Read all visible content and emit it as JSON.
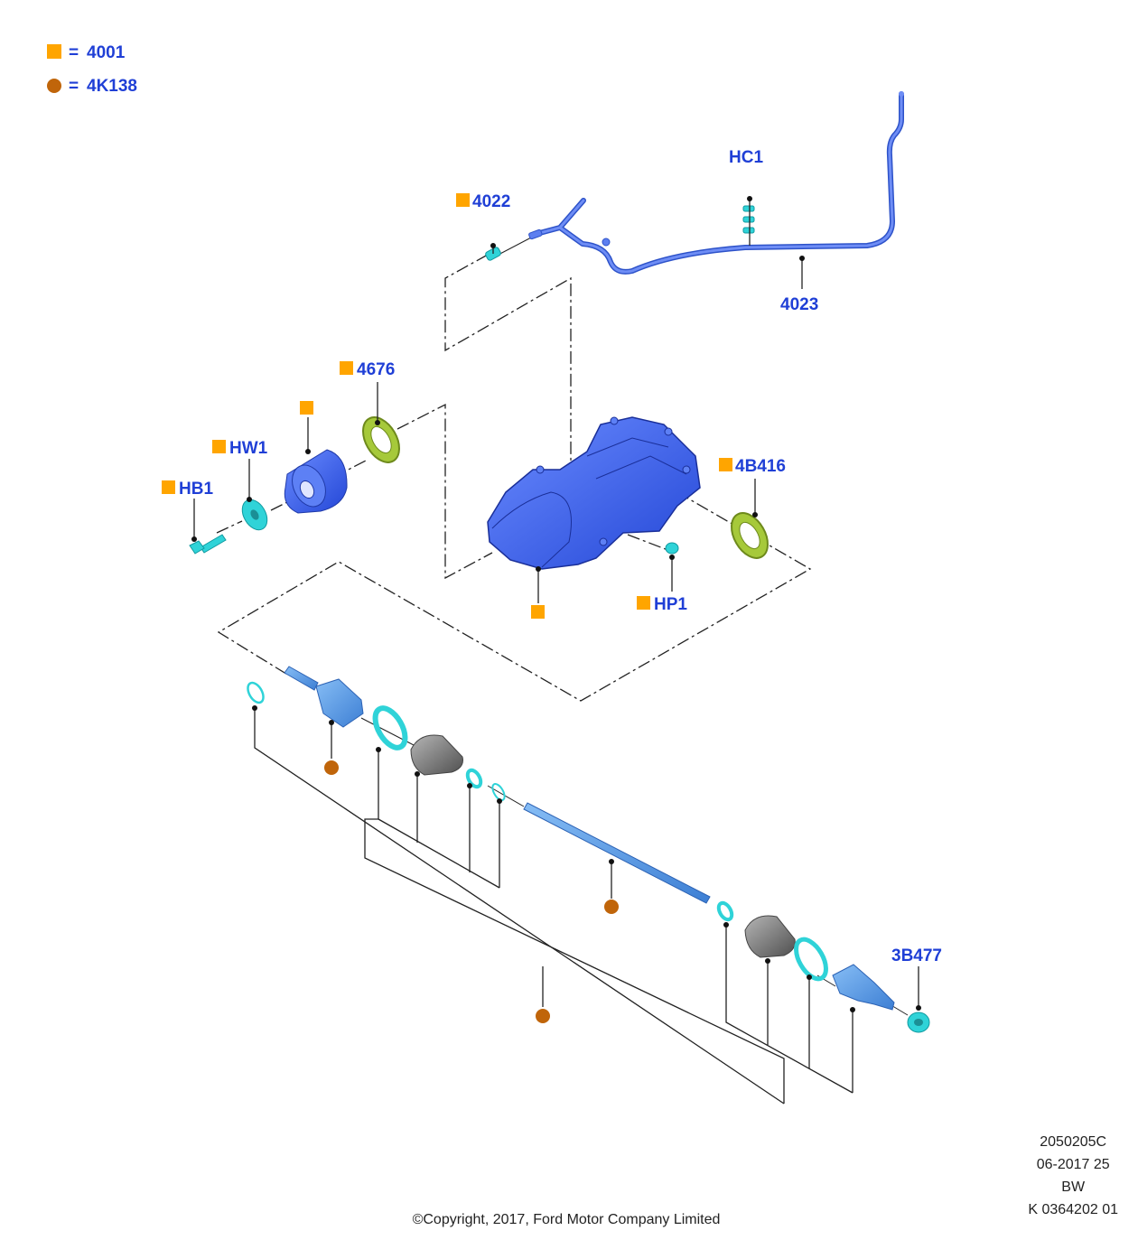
{
  "legend": [
    {
      "symbol": "square",
      "code": "4001"
    },
    {
      "symbol": "circle",
      "code": "4K138"
    }
  ],
  "legend_equals": "=",
  "colors": {
    "square": "#ffa500",
    "circle": "#c0650a",
    "label": "#1f3fd6",
    "part_blue": "#3d62e8",
    "part_light_blue": "#5b9be6",
    "part_cyan": "#2fd3d8",
    "part_green": "#a6c93a",
    "part_grey": "#7a7a7a"
  },
  "labels": {
    "hc1": "HC1",
    "p4022": "4022",
    "p4023": "4023",
    "p4676": "4676",
    "hw1": "HW1",
    "hb1": "HB1",
    "p4b416": "4B416",
    "hp1": "HP1",
    "p3b477": "3B477"
  },
  "meta": {
    "line1": "2050205C",
    "line2": "06-2017 25",
    "line3": "BW",
    "line4": "K 0364202 01"
  },
  "copyright": "©Copyright, 2017, Ford Motor Company Limited"
}
